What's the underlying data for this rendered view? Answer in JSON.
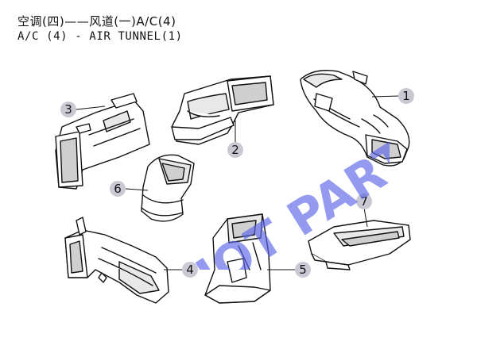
{
  "title_cn": "空调(四)——风道(一)A/C(4)",
  "title_en": "A/C (4) - AIR TUNNEL(1)",
  "watermark": "HOT PARTS",
  "callouts": [
    "1",
    "2",
    "3",
    "4",
    "5",
    "6",
    "7"
  ],
  "colors": {
    "callout_bubble": "#c9c9d4",
    "watermark": "#5a64e6"
  }
}
